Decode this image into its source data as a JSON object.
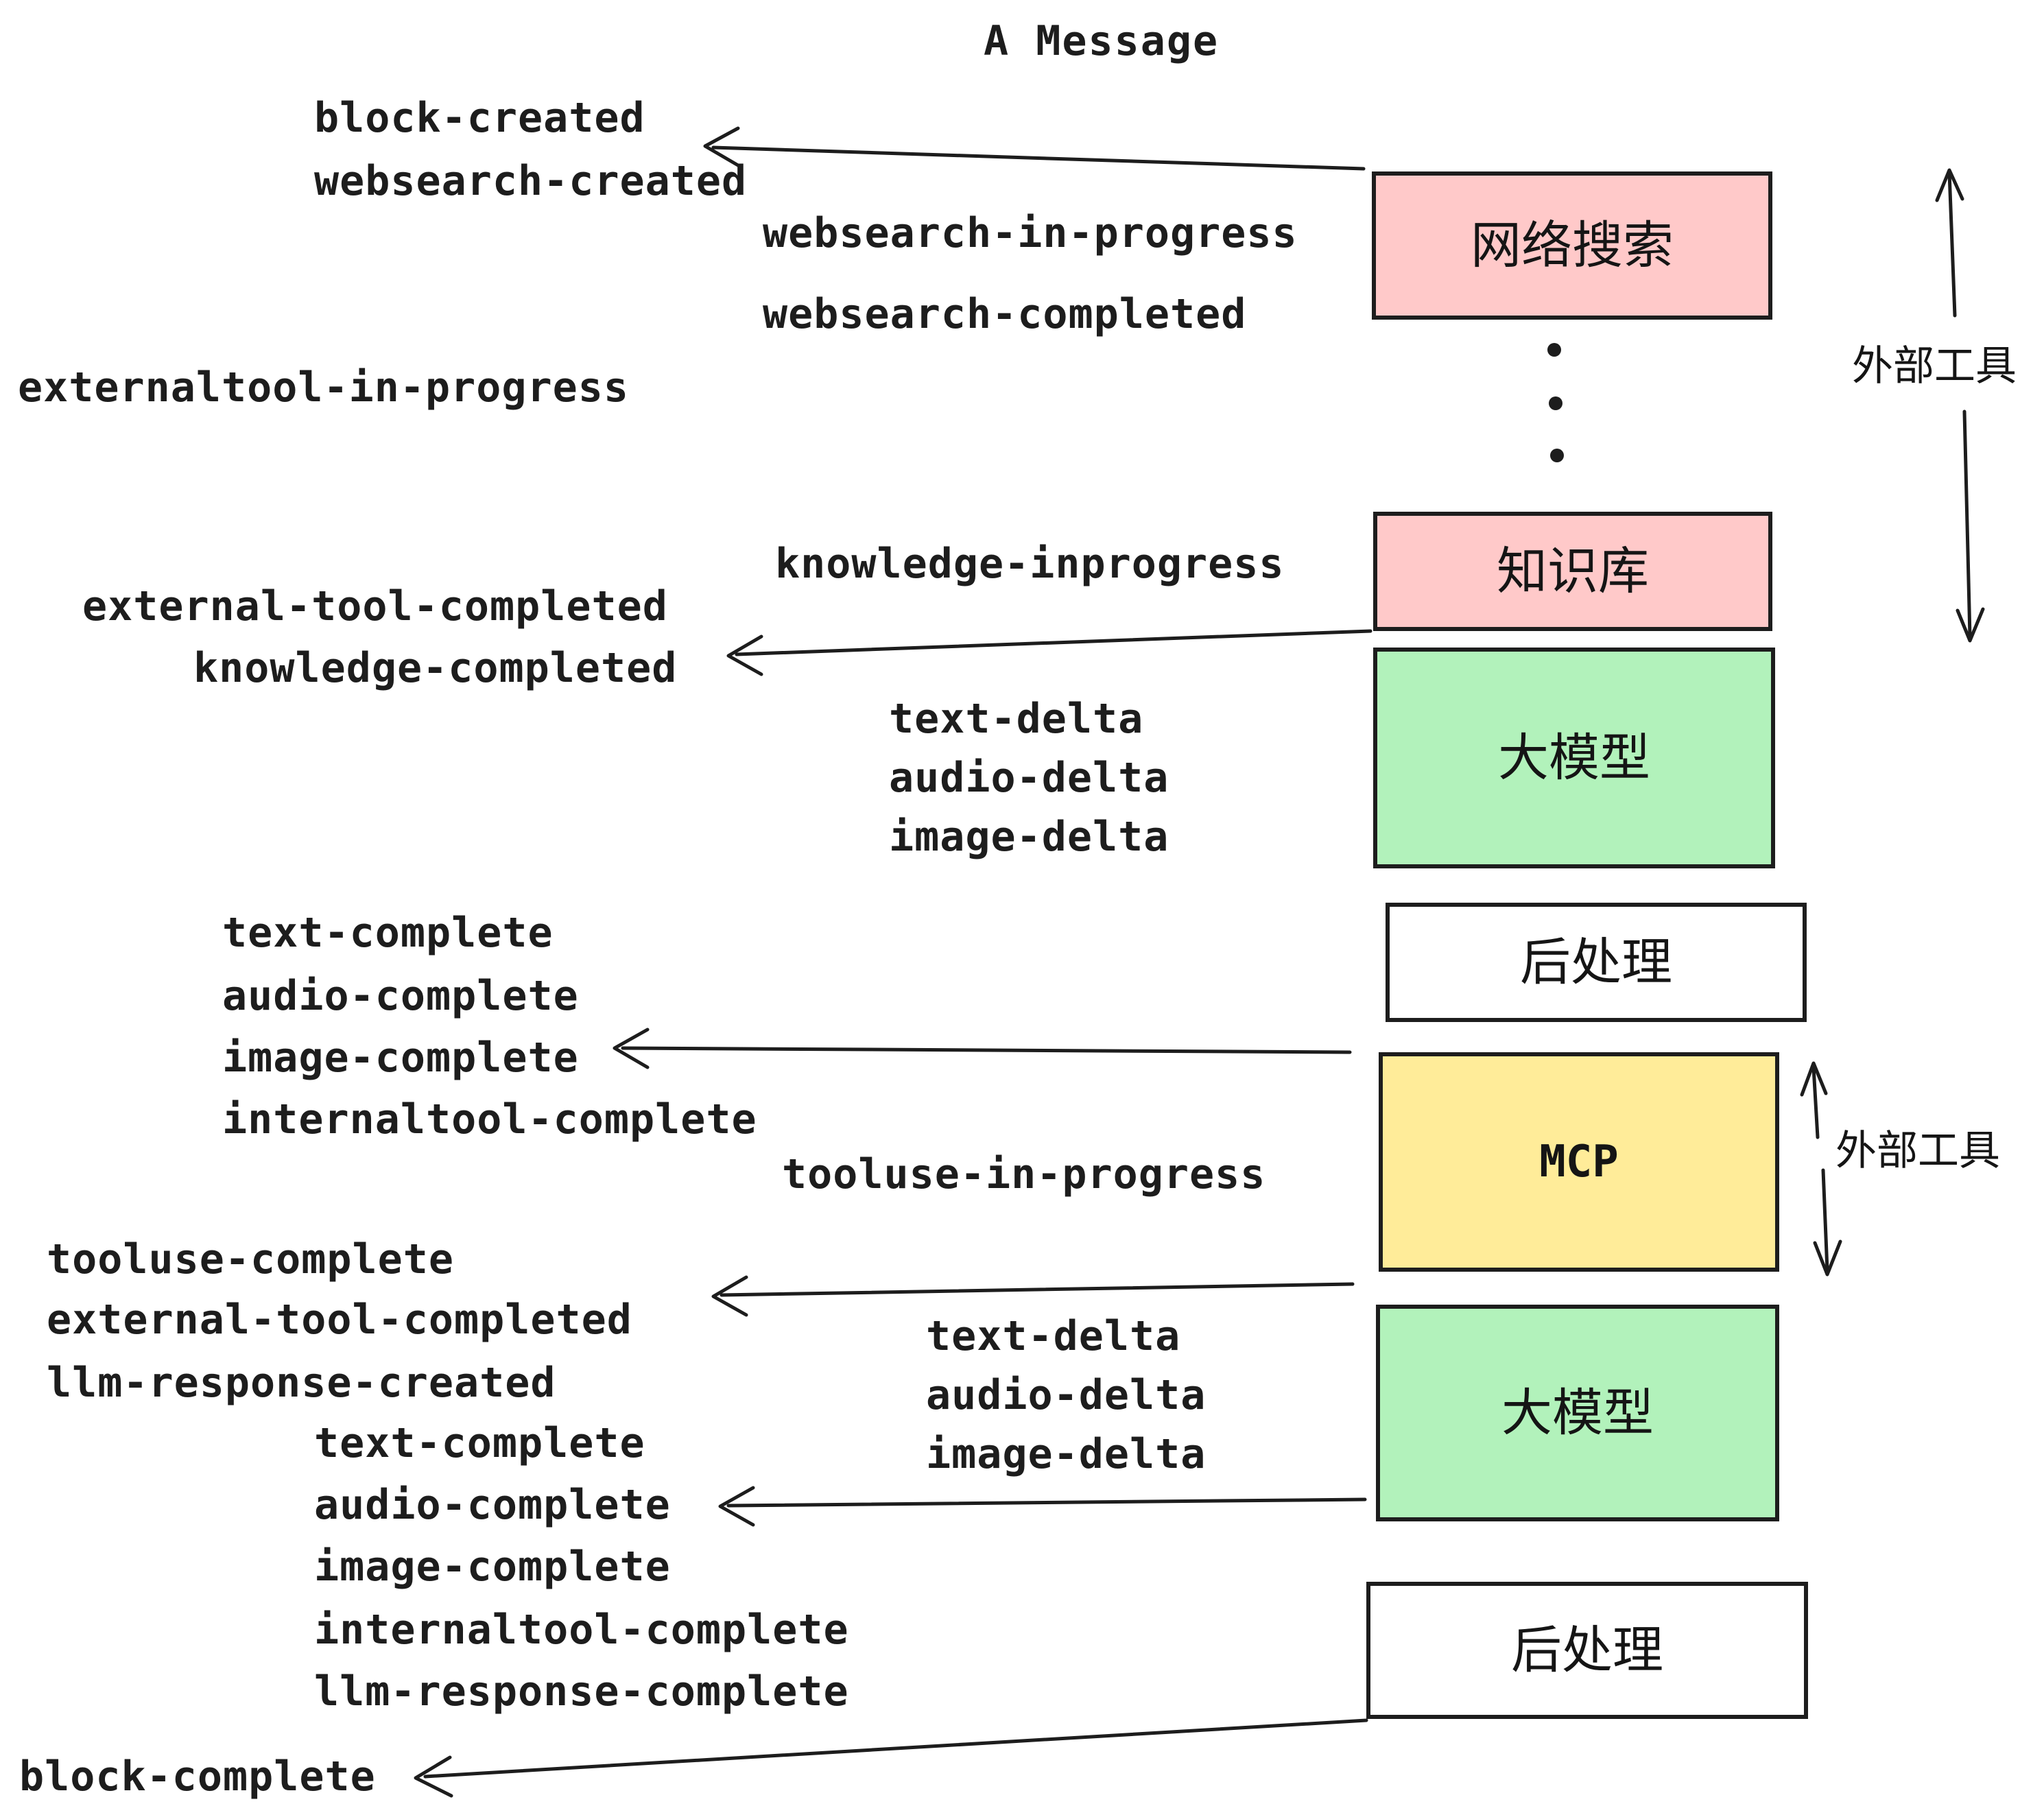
{
  "title": "A Message",
  "events": {
    "block_created": "block-created",
    "websearch_created": "websearch-created",
    "websearch_in_progress": "websearch-in-progress",
    "websearch_completed": "websearch-completed",
    "externaltool_in_progress": "externaltool-in-progress",
    "knowledge_inprogress": "knowledge-inprogress",
    "external_tool_completed_1": "external-tool-completed",
    "knowledge_completed": "knowledge-completed",
    "text_delta_1": "text-delta",
    "audio_delta_1": "audio-delta",
    "image_delta_1": "image-delta",
    "text_complete_1": "text-complete",
    "audio_complete_1": "audio-complete",
    "image_complete_1": "image-complete",
    "internaltool_complete_1": "internaltool-complete",
    "tooluse_in_progress": "tooluse-in-progress",
    "tooluse_complete": "tooluse-complete",
    "external_tool_completed_2": "external-tool-completed",
    "llm_response_created": "llm-response-created",
    "text_complete_2": "text-complete",
    "audio_complete_2": "audio-complete",
    "image_complete_2": "image-complete",
    "internaltool_complete_2": "internaltool-complete",
    "llm_response_complete": "llm-response-complete",
    "block_complete": "block-complete",
    "text_delta_2": "text-delta",
    "audio_delta_2": "audio-delta",
    "image_delta_2": "image-delta"
  },
  "boxes": {
    "websearch": {
      "label": "网络搜索",
      "color": "#FFC9C9"
    },
    "knowledge": {
      "label": "知识库",
      "color": "#FFC9C9"
    },
    "llm_1": {
      "label": "大模型",
      "color": "#B2F2BB"
    },
    "post_1": {
      "label": "后处理",
      "color": "#FFFFFF"
    },
    "mcp": {
      "label": "MCP",
      "color": "#FFEC99"
    },
    "llm_2": {
      "label": "大模型",
      "color": "#B2F2BB"
    },
    "post_2": {
      "label": "后处理",
      "color": "#FFFFFF"
    }
  },
  "annotations": {
    "external_tools_top": "外部工具",
    "external_tools_bottom": "外部工具"
  },
  "colors": {
    "box_pink": "#FFC9C9",
    "box_green": "#B2F2BB",
    "box_yellow": "#FFEC99",
    "box_white": "#FFFFFF",
    "stroke": "#1D1D1D",
    "background": "#FFFFFF"
  }
}
